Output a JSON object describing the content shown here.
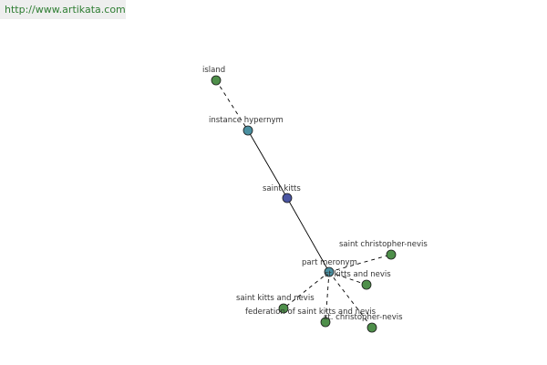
{
  "site": {
    "url": "http://www.artikata.com"
  },
  "colors": {
    "leaf_node": "#4e8f4a",
    "relation_node": "#4a8fa0",
    "center_node": "#4a55a2",
    "edge": "#000000"
  },
  "nodes": [
    {
      "id": "island",
      "label": "island",
      "kind": "leaf"
    },
    {
      "id": "instance_hypernym",
      "label": "instance hypernym",
      "kind": "relation"
    },
    {
      "id": "saint_kitts",
      "label": "saint kitts",
      "kind": "center"
    },
    {
      "id": "part_meronym",
      "label": "part meronym",
      "kind": "relation"
    },
    {
      "id": "saint_christopher_nevis",
      "label": "saint christopher-nevis",
      "kind": "leaf"
    },
    {
      "id": "st_kitts_and_nevis",
      "label": "st kitts and nevis",
      "kind": "leaf"
    },
    {
      "id": "saint_kitts_and_nevis",
      "label": "saint kitts and nevis",
      "kind": "leaf"
    },
    {
      "id": "federation",
      "label": "federation of saint kitts and nevis",
      "kind": "leaf"
    },
    {
      "id": "st_christopher_nevis",
      "label": "st. christopher-nevis",
      "kind": "leaf"
    }
  ],
  "edges": [
    {
      "from": "island",
      "to": "instance_hypernym",
      "style": "dashed"
    },
    {
      "from": "instance_hypernym",
      "to": "saint_kitts",
      "style": "solid"
    },
    {
      "from": "saint_kitts",
      "to": "part_meronym",
      "style": "solid"
    },
    {
      "from": "part_meronym",
      "to": "saint_christopher_nevis",
      "style": "dashed"
    },
    {
      "from": "part_meronym",
      "to": "st_kitts_and_nevis",
      "style": "dashed"
    },
    {
      "from": "part_meronym",
      "to": "saint_kitts_and_nevis",
      "style": "dashed"
    },
    {
      "from": "part_meronym",
      "to": "federation",
      "style": "dashed"
    },
    {
      "from": "part_meronym",
      "to": "st_christopher_nevis",
      "style": "dashed"
    }
  ]
}
